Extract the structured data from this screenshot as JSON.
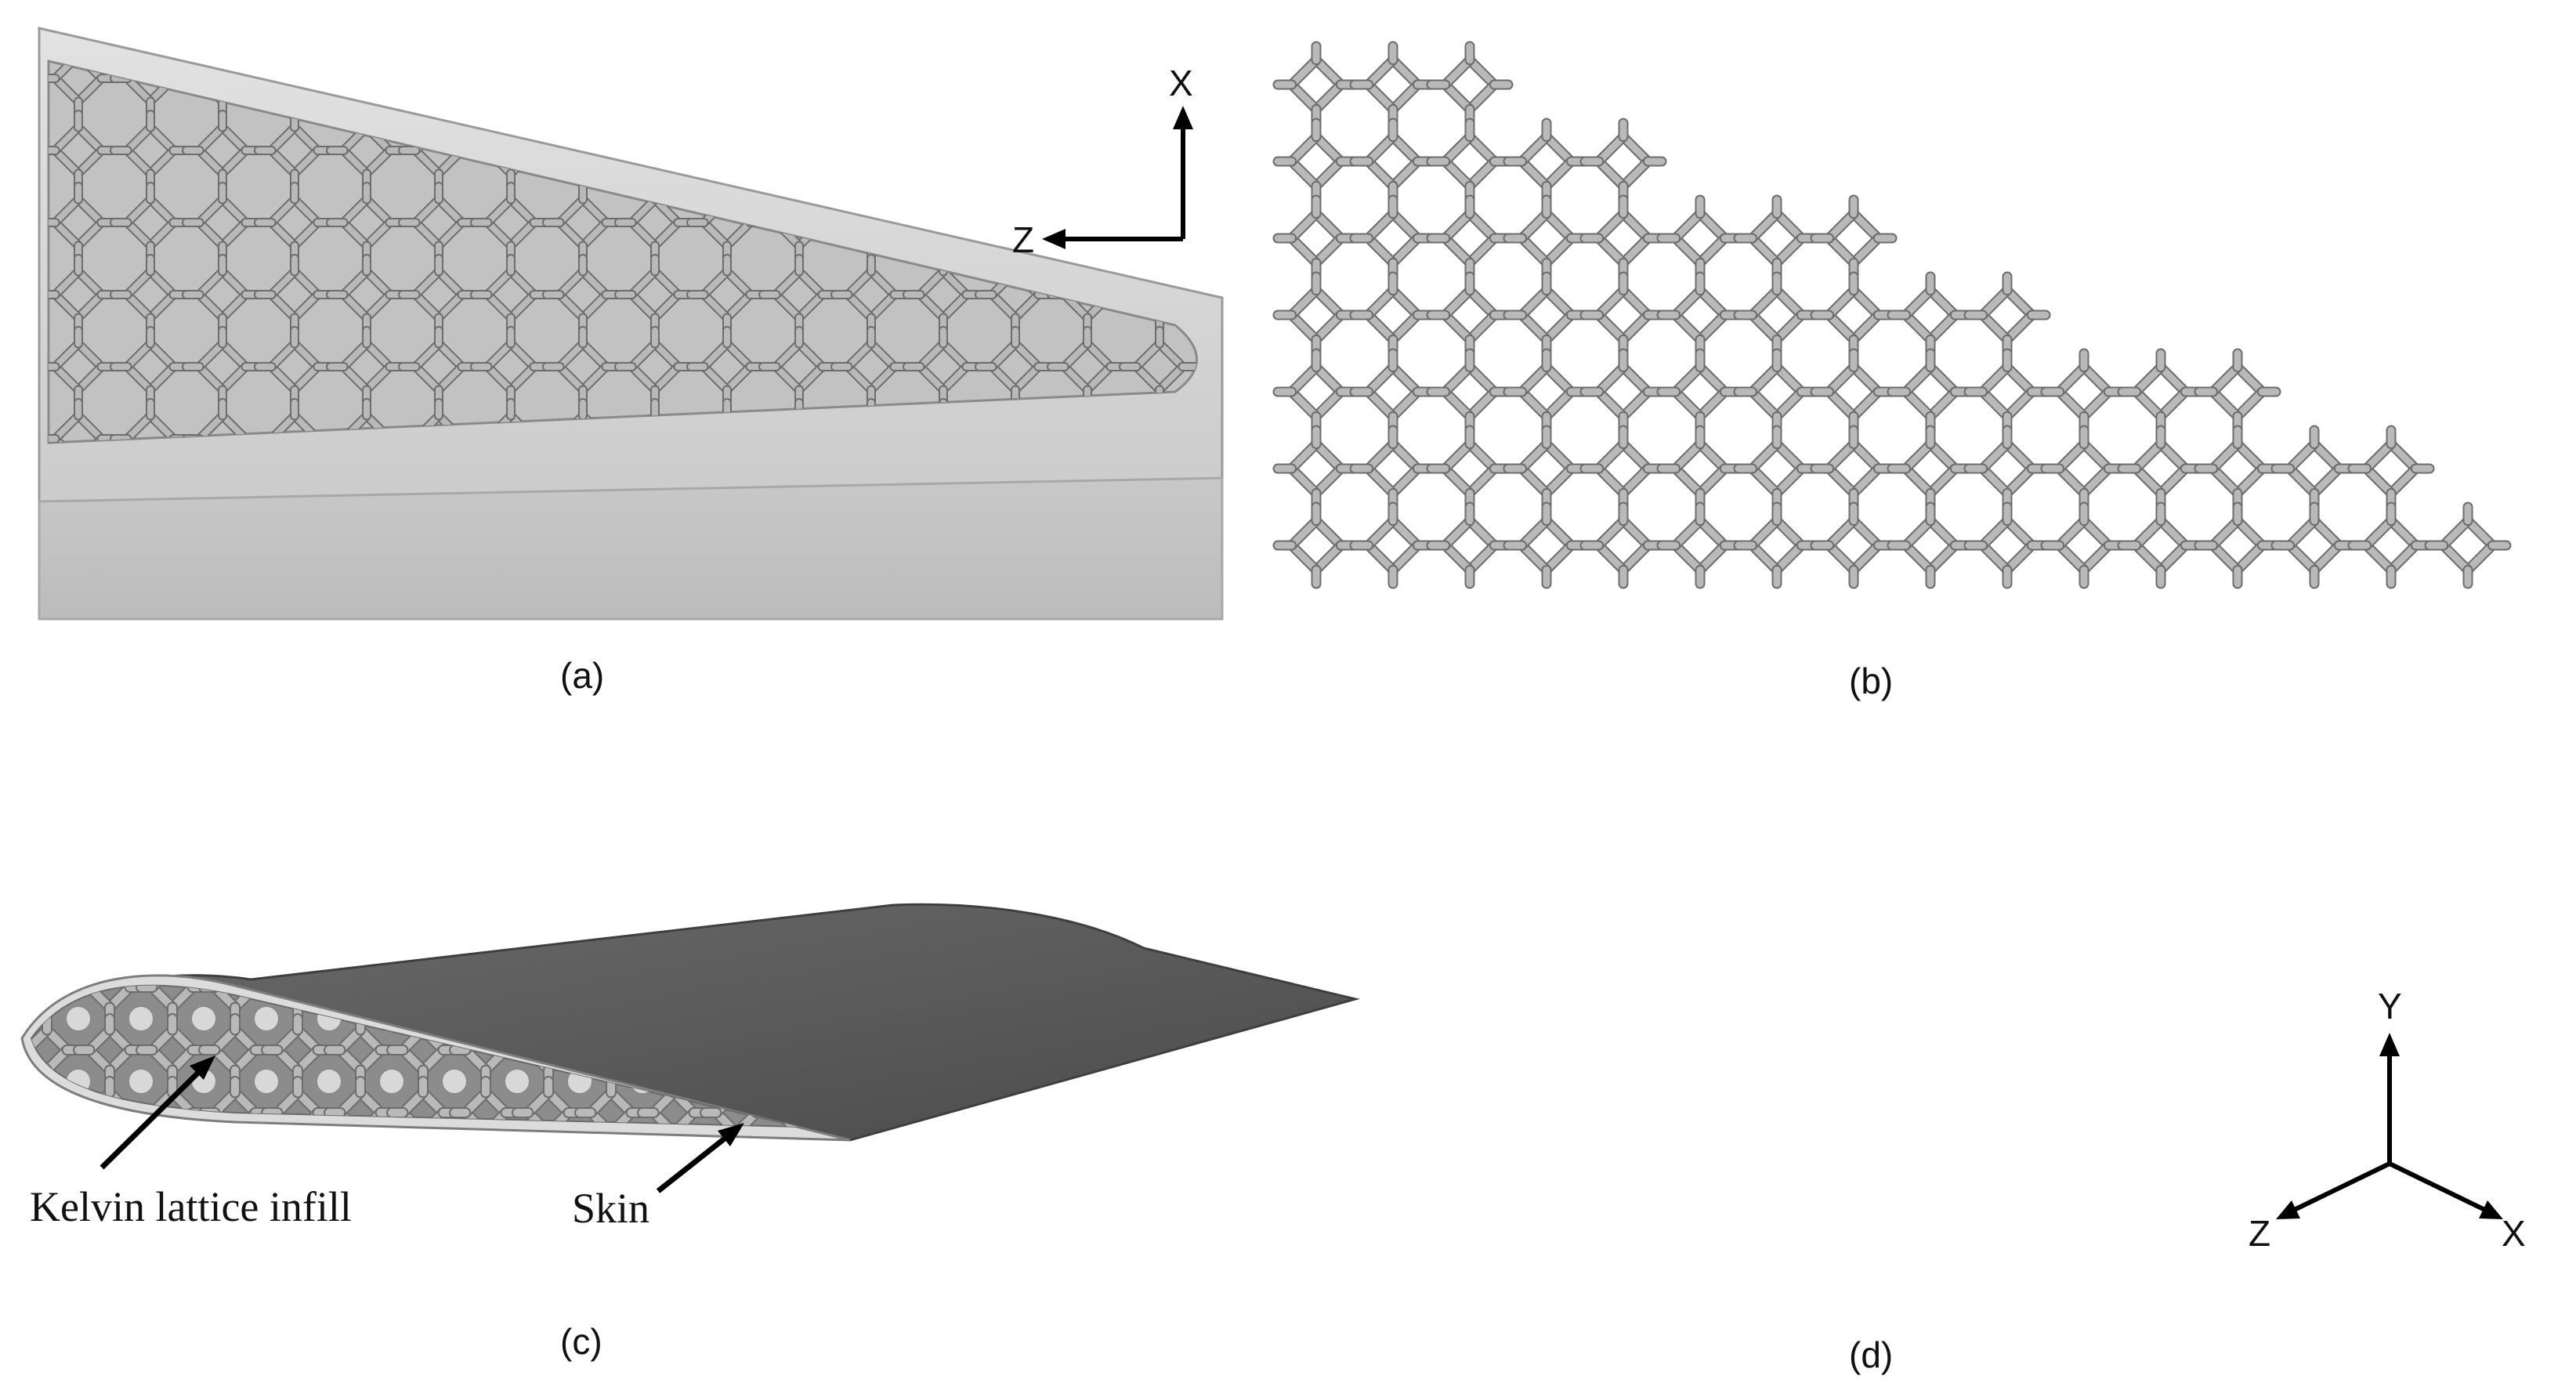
{
  "figure": {
    "panels": [
      {
        "id": "a",
        "caption": "(a)",
        "axes": {
          "vertical": "X",
          "horizontal": "Z"
        }
      },
      {
        "id": "b",
        "caption": "(b)"
      },
      {
        "id": "c",
        "caption": "(c)",
        "annotations": {
          "infill": "Kelvin lattice infill",
          "skin": "Skin"
        }
      },
      {
        "id": "d",
        "caption": "(d)",
        "axes": {
          "up": "Y",
          "left": "Z",
          "right": "X"
        }
      }
    ],
    "colors": {
      "background": "#ffffff",
      "skin_light": "#d4d4d4",
      "skin_dark": "#5a5a5a",
      "lattice_strut": "#b9b9b9",
      "lattice_edge": "#6d6d6d",
      "text": "#111111"
    }
  }
}
